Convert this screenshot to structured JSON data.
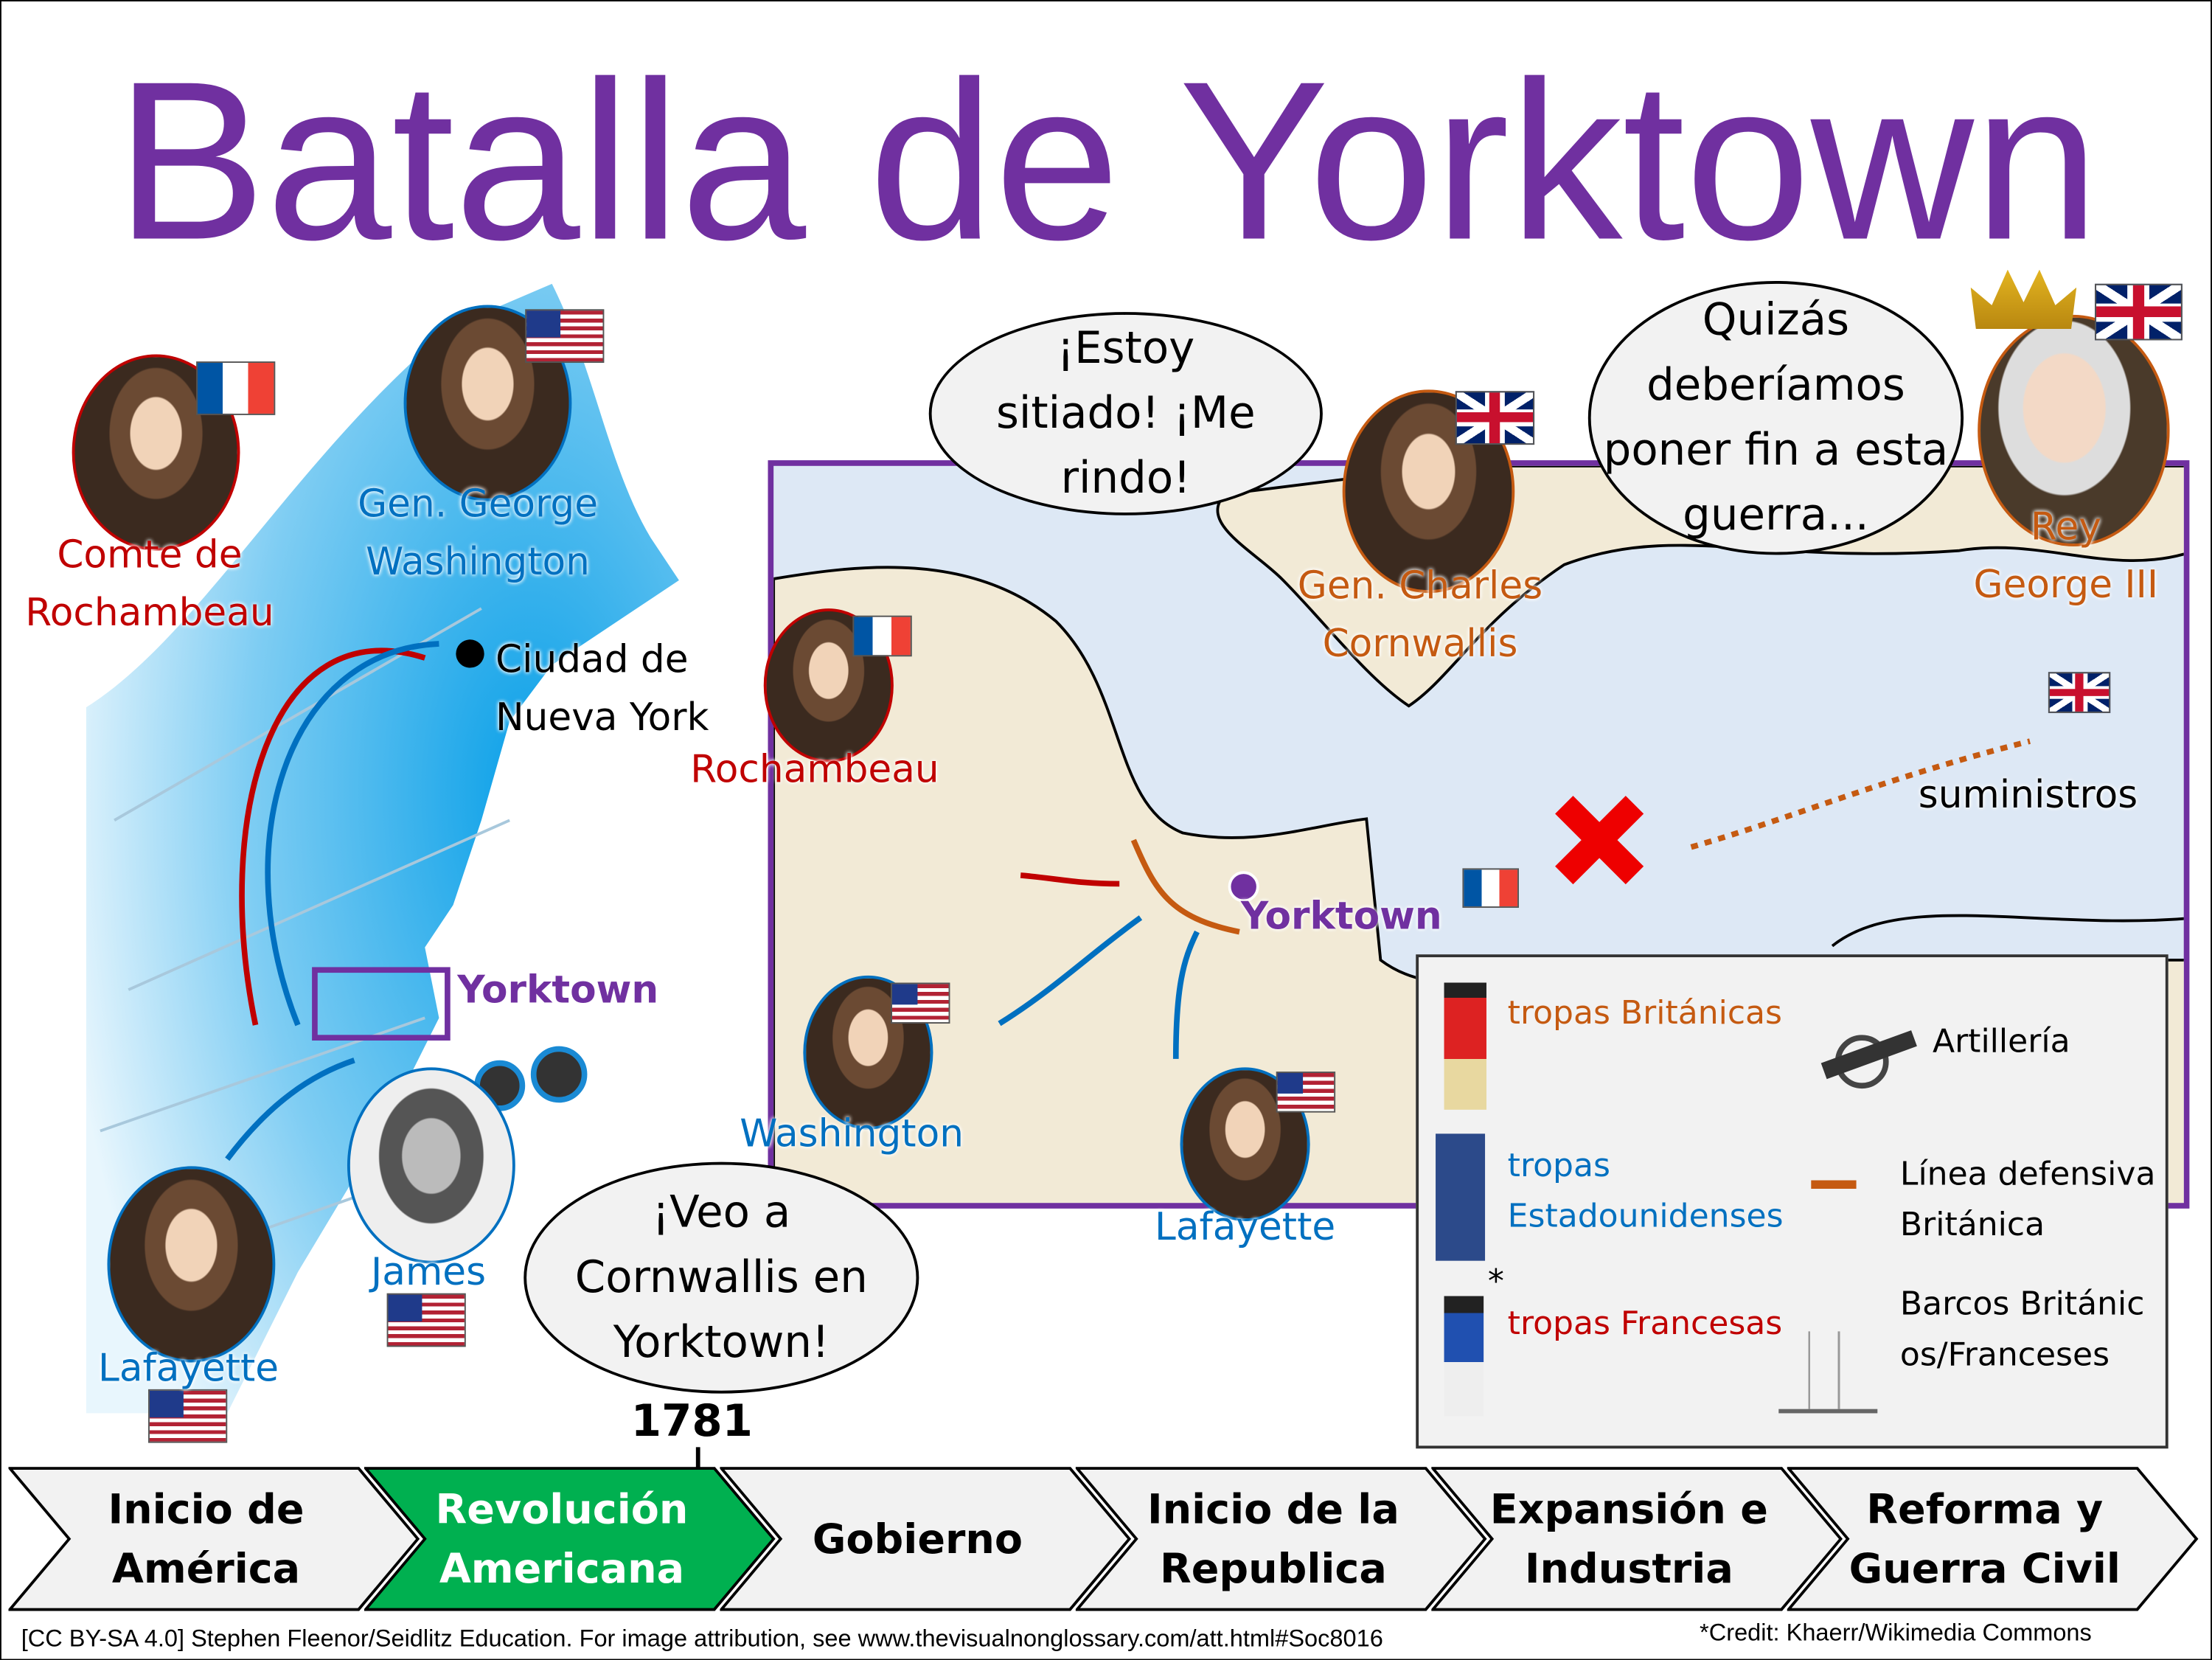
{
  "title": "Batalla de Yorktown",
  "left_map": {
    "rochambeau": "Comte de Rochambeau",
    "washington": "Gen. George Washington",
    "nyc": "Ciudad de Nueva York",
    "yorktown": "Yorktown",
    "lafayette": "Lafayette",
    "james": "James",
    "james_bubble": "¡Veo a Cornwallis en Yorktown!"
  },
  "right_map": {
    "rochambeau": "Rochambeau",
    "washington": "Washington",
    "lafayette": "Lafayette",
    "yorktown": "Yorktown",
    "cornwallis": "Gen. Charles Cornwallis",
    "king": "Rey George III",
    "suministros": "suministros",
    "cornwallis_bubble": "¡Estoy sitiado! ¡Me rindo!",
    "king_bubble": "Quizás deberíamos poner fin a esta guerra..."
  },
  "legend": {
    "british_troops": "tropas Británicas",
    "american_troops": "tropas Estadounidenses",
    "french_troops": "tropas Francesas",
    "french_asterisk": "*",
    "artillery": "Artillería",
    "defense_line": "Línea defensiva Británica",
    "ships": "Barcos Británicos/Franceses"
  },
  "timeline": {
    "year": "1781",
    "items": [
      {
        "label": "Inicio de América"
      },
      {
        "label": "Revolución Americana",
        "active": true
      },
      {
        "label": "Gobierno"
      },
      {
        "label": "Inicio de la Republica"
      },
      {
        "label": "Expansión e Industria"
      },
      {
        "label": "Reforma y Guerra Civil"
      }
    ]
  },
  "footer": {
    "attribution": "[CC BY-SA 4.0] Stephen Fleenor/Seidlitz Education.  For image attribution, see www.thevisualnonglossary.com/att.html#Soc8016",
    "credit": "*Credit: Khaerr/Wikimedia Commons"
  },
  "colors": {
    "title": "#7030a0",
    "active": "#00b050",
    "british": "#c55a11",
    "american": "#0070c0",
    "french": "#c00000"
  }
}
